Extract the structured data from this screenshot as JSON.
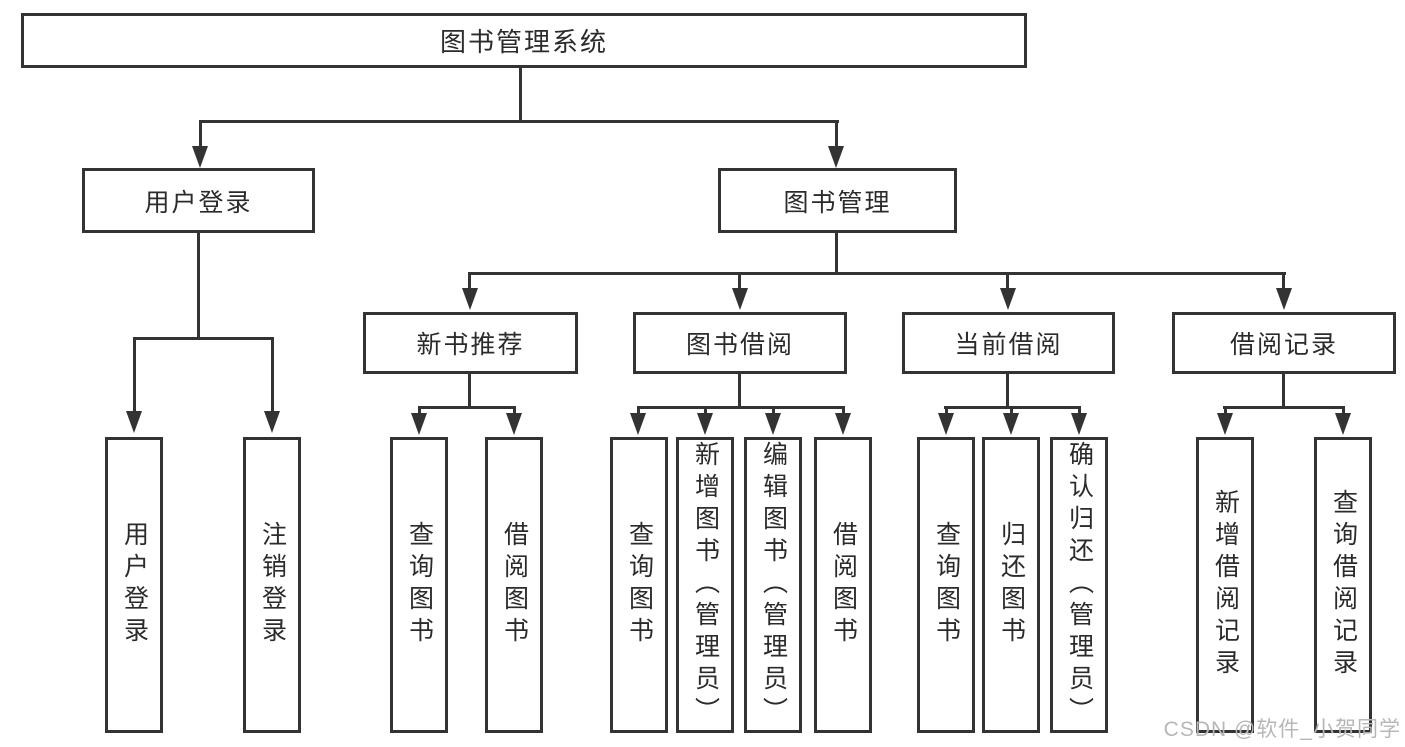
{
  "diagram_title": "图书管理系统",
  "watermark": "CSDN @软件_小贺同学",
  "colors": {
    "line": "#333333",
    "box_border": "#333333",
    "box_fill": "#ffffff",
    "text": "#2b2b2b",
    "watermark": "#b7b7b7",
    "background": "#ffffff"
  },
  "tree": {
    "label": "图书管理系统",
    "children": [
      {
        "label": "用户登录",
        "children": [
          {
            "label": "用户登录"
          },
          {
            "label": "注销登录"
          }
        ]
      },
      {
        "label": "图书管理",
        "children": [
          {
            "label": "新书推荐",
            "children": [
              {
                "label": "查询图书"
              },
              {
                "label": "借阅图书"
              }
            ]
          },
          {
            "label": "图书借阅",
            "children": [
              {
                "label": "查询图书"
              },
              {
                "label": "新增图书（管理员）"
              },
              {
                "label": "编辑图书（管理员）"
              },
              {
                "label": "借阅图书"
              }
            ]
          },
          {
            "label": "当前借阅",
            "children": [
              {
                "label": "查询图书"
              },
              {
                "label": "归还图书"
              },
              {
                "label": "确认归还（管理员）"
              }
            ]
          },
          {
            "label": "借阅记录",
            "children": [
              {
                "label": "新增借阅记录"
              },
              {
                "label": "查询借阅记录"
              }
            ]
          }
        ]
      }
    ]
  }
}
